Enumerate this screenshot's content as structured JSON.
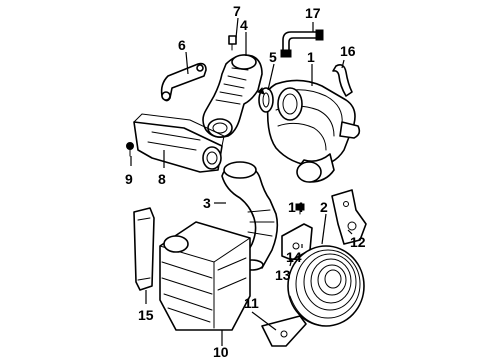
{
  "callouts": [
    {
      "id": "c1",
      "label": "1"
    },
    {
      "id": "c2",
      "label": "2"
    },
    {
      "id": "c3",
      "label": "3"
    },
    {
      "id": "c4",
      "label": "4"
    },
    {
      "id": "c5",
      "label": "5"
    },
    {
      "id": "c6",
      "label": "6"
    },
    {
      "id": "c7",
      "label": "7"
    },
    {
      "id": "c8",
      "label": "8"
    },
    {
      "id": "c9",
      "label": "9"
    },
    {
      "id": "c10",
      "label": "10"
    },
    {
      "id": "c11",
      "label": "11"
    },
    {
      "id": "c12",
      "label": "12"
    },
    {
      "id": "c13",
      "label": "13"
    },
    {
      "id": "c14a",
      "label": "14"
    },
    {
      "id": "c14b",
      "label": "14"
    },
    {
      "id": "c15",
      "label": "15"
    },
    {
      "id": "c16",
      "label": "16"
    },
    {
      "id": "c17",
      "label": "17"
    }
  ]
}
